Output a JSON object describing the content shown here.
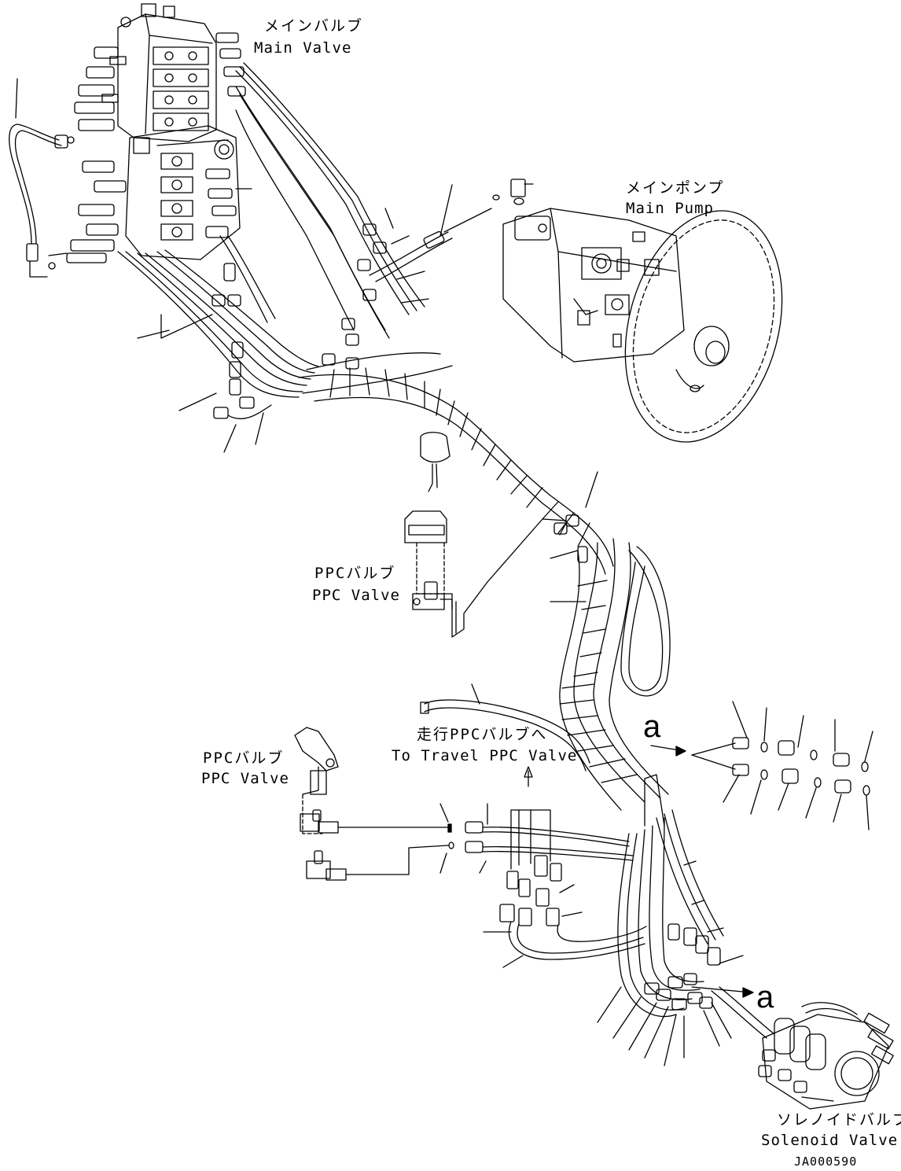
{
  "labels": {
    "main_valve": {
      "jp": "メインバルブ",
      "en": "Main Valve"
    },
    "main_pump": {
      "jp": "メインポンプ",
      "en": "Main Pump"
    },
    "ppc_valve_upper": {
      "jp": "PPCバルブ",
      "en": "PPC Valve"
    },
    "ppc_valve_lower": {
      "jp": "PPCバルブ",
      "en": "PPC Valve"
    },
    "travel_ppc": {
      "jp": "走行PPCバルブへ",
      "en": "To Travel PPC Valve"
    },
    "solenoid_valve": {
      "jp": "ソレノイドバルブ",
      "en": "Solenoid Valve"
    }
  },
  "detail_refs": [
    "a",
    "a"
  ],
  "drawing_code": "JA000590",
  "colors": {
    "line": "#000000",
    "background": "#ffffff"
  }
}
